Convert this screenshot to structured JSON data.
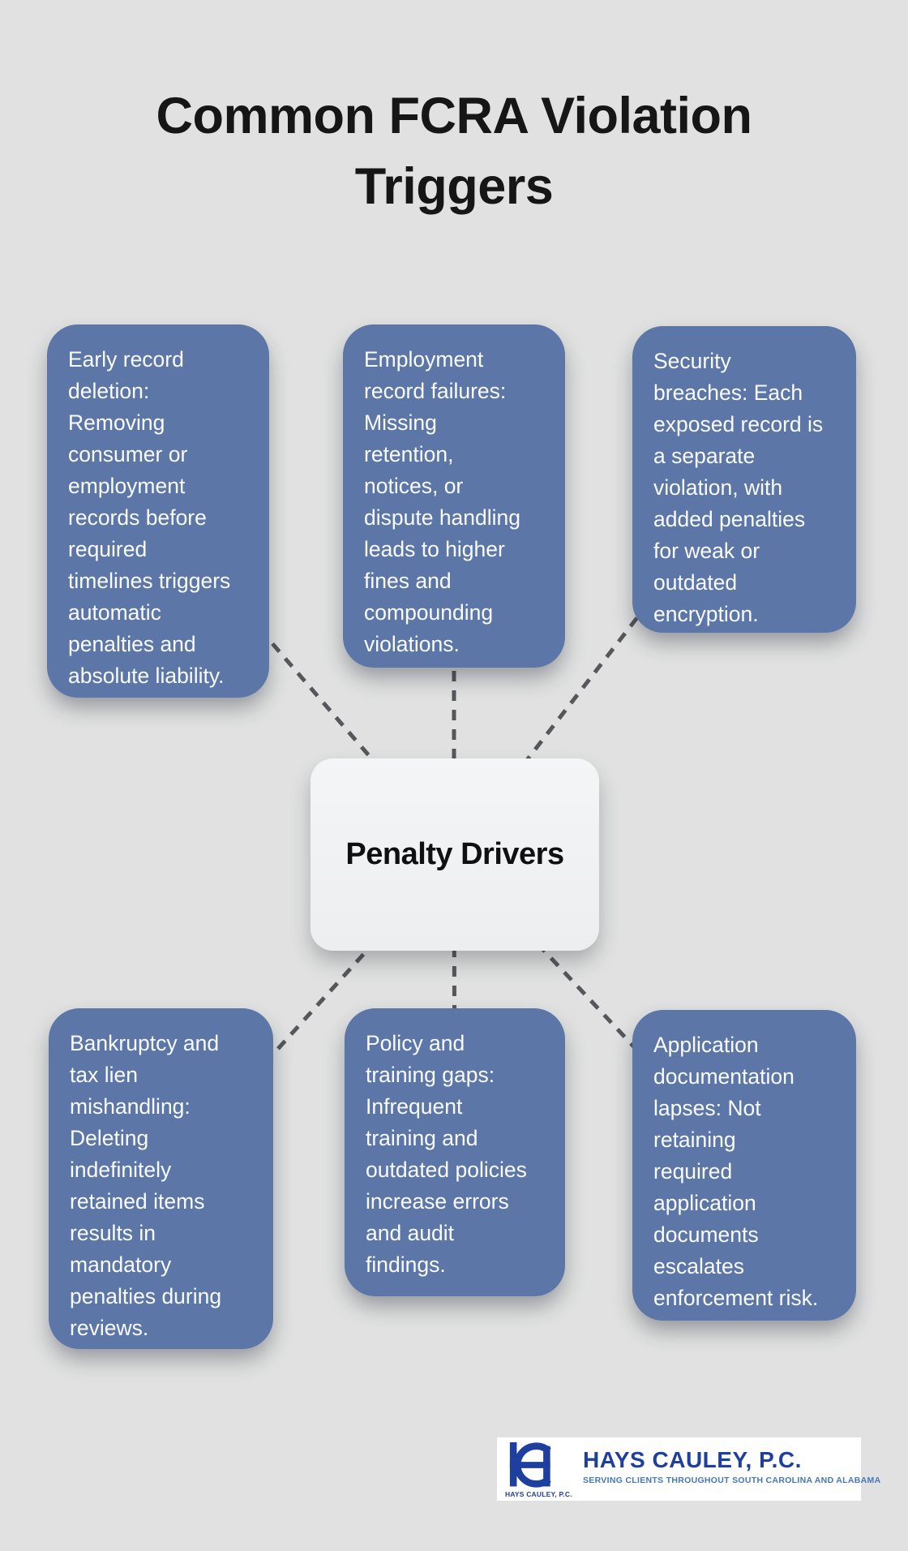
{
  "title": "Common FCRA Violation\nTriggers",
  "center": {
    "label": "Penalty Drivers"
  },
  "cards": [
    {
      "id": "early-record-deletion",
      "text": "Early record\ndeletion:\nRemoving\nconsumer or\nemployment\nrecords before\nrequired\ntimelines triggers\nautomatic\npenalties and\nabsolute liability."
    },
    {
      "id": "employment-record-failures",
      "text": "Employment\nrecord failures:\nMissing\nretention,\nnotices, or\ndispute handling\nleads to higher\nfines and\ncompounding\nviolations."
    },
    {
      "id": "security-breaches",
      "text": "Security\nbreaches: Each\nexposed record is\na separate\nviolation, with\nadded penalties\nfor weak or\noutdated\nencryption."
    },
    {
      "id": "bankruptcy-tax-lien-mishandling",
      "text": "Bankruptcy and\ntax lien\nmishandling:\nDeleting\nindefinitely\nretained items\nresults in\nmandatory\npenalties during\nreviews."
    },
    {
      "id": "policy-training-gaps",
      "text": "Policy and\ntraining gaps:\nInfrequent\ntraining and\noutdated policies\nincrease errors\nand audit\nfindings."
    },
    {
      "id": "application-documentation-lapses",
      "text": "Application\ndocumentation\nlapses: Not\nretaining\nrequired\napplication\ndocuments\nescalates\nenforcement risk."
    }
  ],
  "logo": {
    "monogram": "HC",
    "caption": "HAYS CAULEY, P.C.",
    "name": "HAYS CAULEY, P.C.",
    "tagline": "SERVING CLIENTS THROUGHOUT SOUTH CAROLINA AND ALABAMA"
  },
  "colors": {
    "bg": "#E0E1E0",
    "card": "#5B76A7",
    "card_text": "#FAFBFC",
    "center_bg": "#EDEEF0",
    "dash": "#56575B",
    "ink": "#161616",
    "logo_blue": "#1F3F9E",
    "logo_light": "#4377BE"
  }
}
